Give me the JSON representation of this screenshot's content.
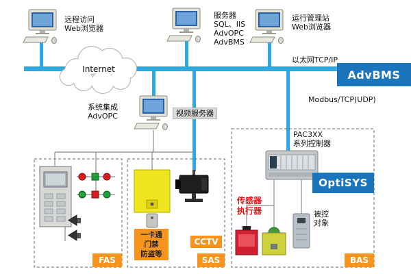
{
  "diagram": {
    "remote_access": "远程访问\nWeb浏览器",
    "server": "服务器\nSQL、IIS\nAdvOPC\nAdvBMS",
    "mgmt_station": "运行管理站\nWeb浏览器",
    "internet": "Internet",
    "ethernet": "以太网TCP/IP",
    "advbms": "AdvBMS",
    "modbus": "Modbus/TCP(UDP)",
    "sys_integration": "系统集成\nAdvOPC",
    "video_server": "视频服务器",
    "pac_controller": "PAC3XX\n系列控制器",
    "optisys": "OptiSYS",
    "card_access": "一卡通\n门禁\n防盗等",
    "cctv": "CCTV",
    "sensor_actuator": "传感器\n执行器",
    "controlled_object": "被控\n对象",
    "fas": "FAS",
    "sas": "SAS",
    "bas": "BAS"
  },
  "colors": {
    "ethernet_bus": "#2ea9e0",
    "brand_blue": "#1b75bc",
    "tag_orange": "#f7941e",
    "alarm_red": "#e01818",
    "access_yellow": "#efe51f"
  }
}
